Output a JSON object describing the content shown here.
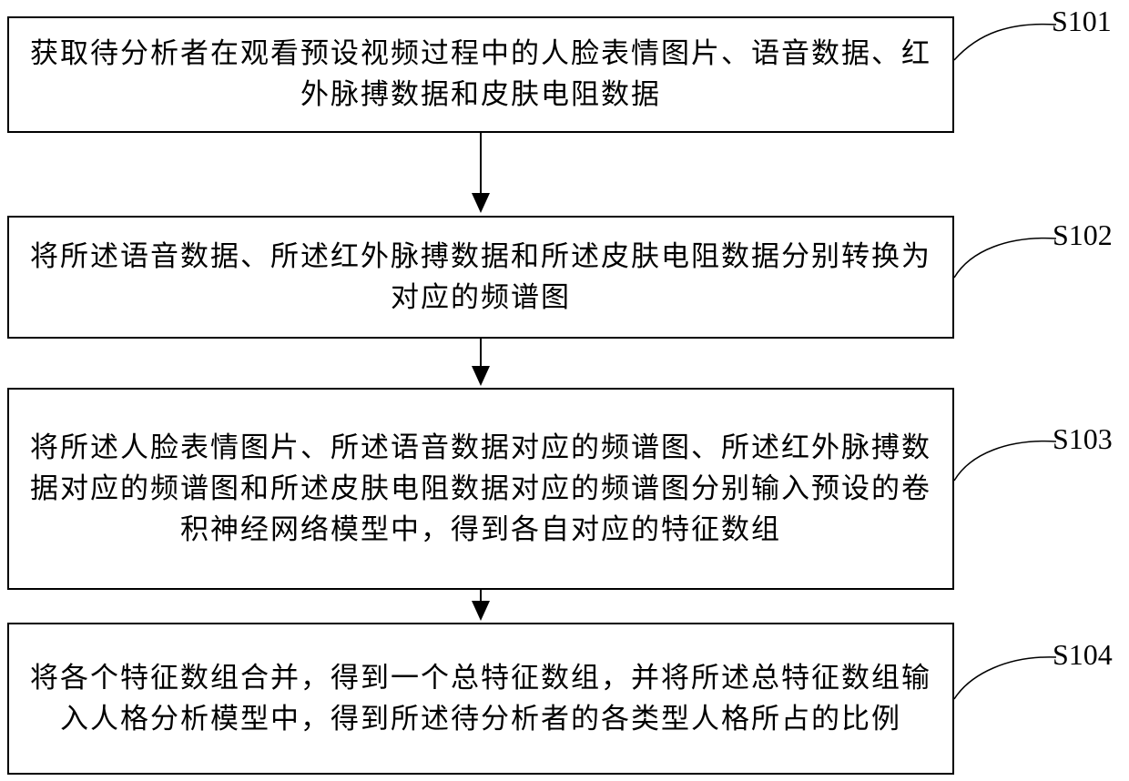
{
  "flowchart": {
    "steps": [
      {
        "label": "S101",
        "text": "获取待分析者在观看预设视频过程中的人脸表情图片、语音数据、红外脉搏数据和皮肤电阻数据"
      },
      {
        "label": "S102",
        "text": "将所述语音数据、所述红外脉搏数据和所述皮肤电阻数据分别转换为对应的频谱图"
      },
      {
        "label": "S103",
        "text": "将所述人脸表情图片、所述语音数据对应的频谱图、所述红外脉搏数据对应的频谱图和所述皮肤电阻数据对应的频谱图分别输入预设的卷积神经网络模型中，得到各自对应的特征数组"
      },
      {
        "label": "S104",
        "text": "将各个特征数组合并，得到一个总特征数组，并将所述总特征数组输入人格分析模型中，得到所述待分析者的各类型人格所占的比例"
      }
    ]
  }
}
